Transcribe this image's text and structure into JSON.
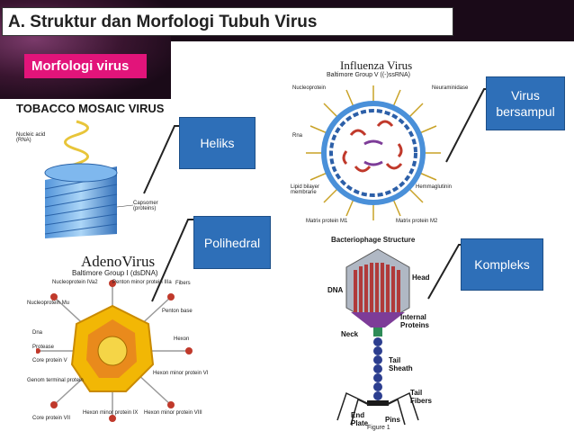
{
  "slide": {
    "title": "A. Struktur dan Morfologi Tubuh Virus",
    "subtitle": "Morfologi virus"
  },
  "callouts": {
    "heliks": "Heliks",
    "polihedral": "Polihedral",
    "bersampul": "Virus bersampul",
    "kompleks": "Kompleks"
  },
  "tmv": {
    "heading": "TOBACCO MOSAIC VIRUS",
    "nucleic_acid": "Nucleic acid (RNA)",
    "capsomer": "Capsomer (proteins)"
  },
  "adeno": {
    "heading": "AdenoVirus",
    "group": "Baltimore Group I (dsDNA)",
    "labels": [
      "Nucleoprotein IVa2",
      "Penton minor protein IIIa",
      "Fibers",
      "Nucleoprotein Mu",
      "Penton base",
      "Dna",
      "Protease",
      "Hexon",
      "Core protein V",
      "Genom terminal protein",
      "Hexon minor protein VI",
      "Core protein VII",
      "Hexon minor protein IX",
      "Hexon minor protein VIII"
    ]
  },
  "influenza": {
    "heading": "Influenza Virus",
    "group": "Baltimore Group V ((-)ssRNA)",
    "labels": [
      "Nucleoprotein",
      "Neuraminidase",
      "Rna",
      "Lipid bilayer membrane",
      "Hemmaglutinin",
      "Matrix protein M1",
      "Matrix protein M2"
    ]
  },
  "phage": {
    "heading": "Bacteriophage Structure",
    "labels": [
      "Head",
      "DNA",
      "Internal Proteins",
      "Neck",
      "Tail Sheath",
      "Tail Fibers",
      "End Plate",
      "Pins"
    ],
    "figure": "Figure 1"
  }
}
